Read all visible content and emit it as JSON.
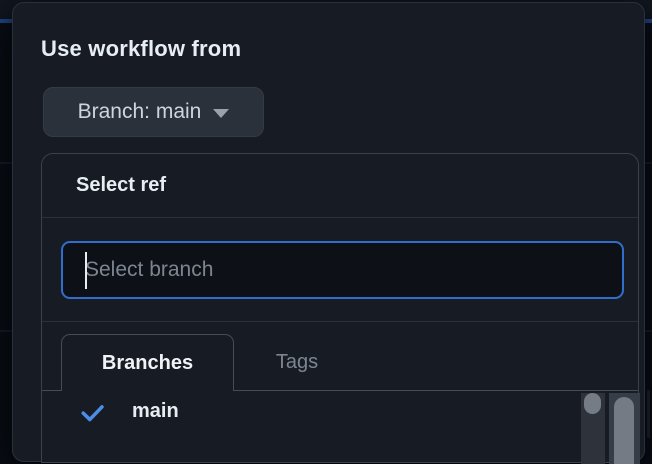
{
  "workflow_popover": {
    "heading": "Use workflow from",
    "branch_selector": {
      "label": "Branch: main",
      "caret_icon": "triangle-down"
    },
    "ref_picker": {
      "title": "Select ref",
      "search": {
        "value": "",
        "placeholder": "Select branch"
      },
      "tabs": [
        {
          "label": "Branches",
          "active": true
        },
        {
          "label": "Tags",
          "active": false
        }
      ],
      "branches": [
        {
          "label": "main",
          "selected": true
        }
      ],
      "check_icon": "check"
    },
    "colors": {
      "page_background": "#0d1117",
      "panel_background": "#171c24",
      "panel_border": "#3a414b",
      "focus_border_blue": "#316dca",
      "check_blue": "#4d8ce8",
      "accent_line_blue": "#2c5cae",
      "muted_text": "#7d8590"
    }
  }
}
